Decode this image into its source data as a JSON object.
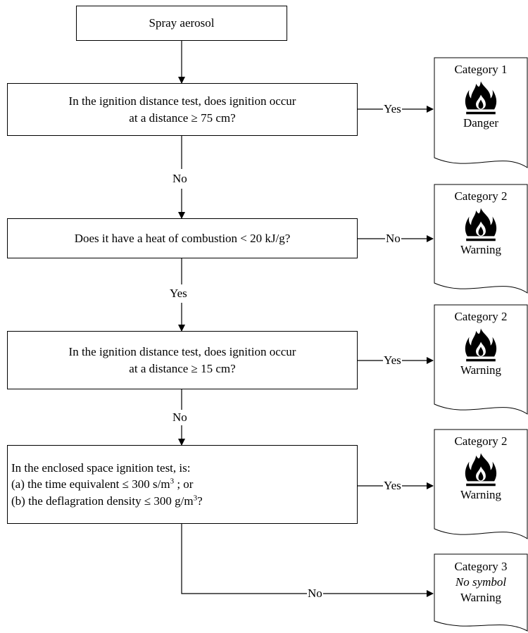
{
  "start": {
    "text": "Spray aerosol"
  },
  "questions": [
    {
      "lines": [
        "In the ignition distance test, does ignition occur",
        "at a distance ≥ 75 cm?"
      ]
    },
    {
      "lines": [
        "Does it have a heat of combustion < 20 kJ/g?"
      ]
    },
    {
      "lines": [
        "In the ignition distance test,  does ignition occur",
        "at a distance ≥ 15 cm?"
      ]
    },
    {
      "lines": [
        "In the enclosed space ignition test, is:",
        "(a) the time equivalent ≤ 300 s/m",
        "(b) the deflagration density ≤ 300 g/m"
      ],
      "superscript": "3",
      "after_sup_1": " ; or",
      "after_sup_2": "?"
    }
  ],
  "edge_labels": {
    "q1_right": "Yes",
    "q1_down": "No",
    "q2_right": "No",
    "q2_down": "Yes",
    "q3_right": "Yes",
    "q3_down": "No",
    "q4_right": "Yes",
    "q4_down": "No"
  },
  "outcomes": [
    {
      "category": "Category 1",
      "signal": "Danger",
      "symbol": "flame-icon"
    },
    {
      "category": "Category 2",
      "signal": "Warning",
      "symbol": "flame-icon"
    },
    {
      "category": "Category 2",
      "signal": "Warning",
      "symbol": "flame-icon"
    },
    {
      "category": "Category 2",
      "signal": "Warning",
      "symbol": "flame-icon"
    },
    {
      "category": "Category 3",
      "symbol_text": "No symbol",
      "signal": "Warning"
    }
  ],
  "colors": {
    "line": "#000000",
    "background": "#ffffff"
  }
}
